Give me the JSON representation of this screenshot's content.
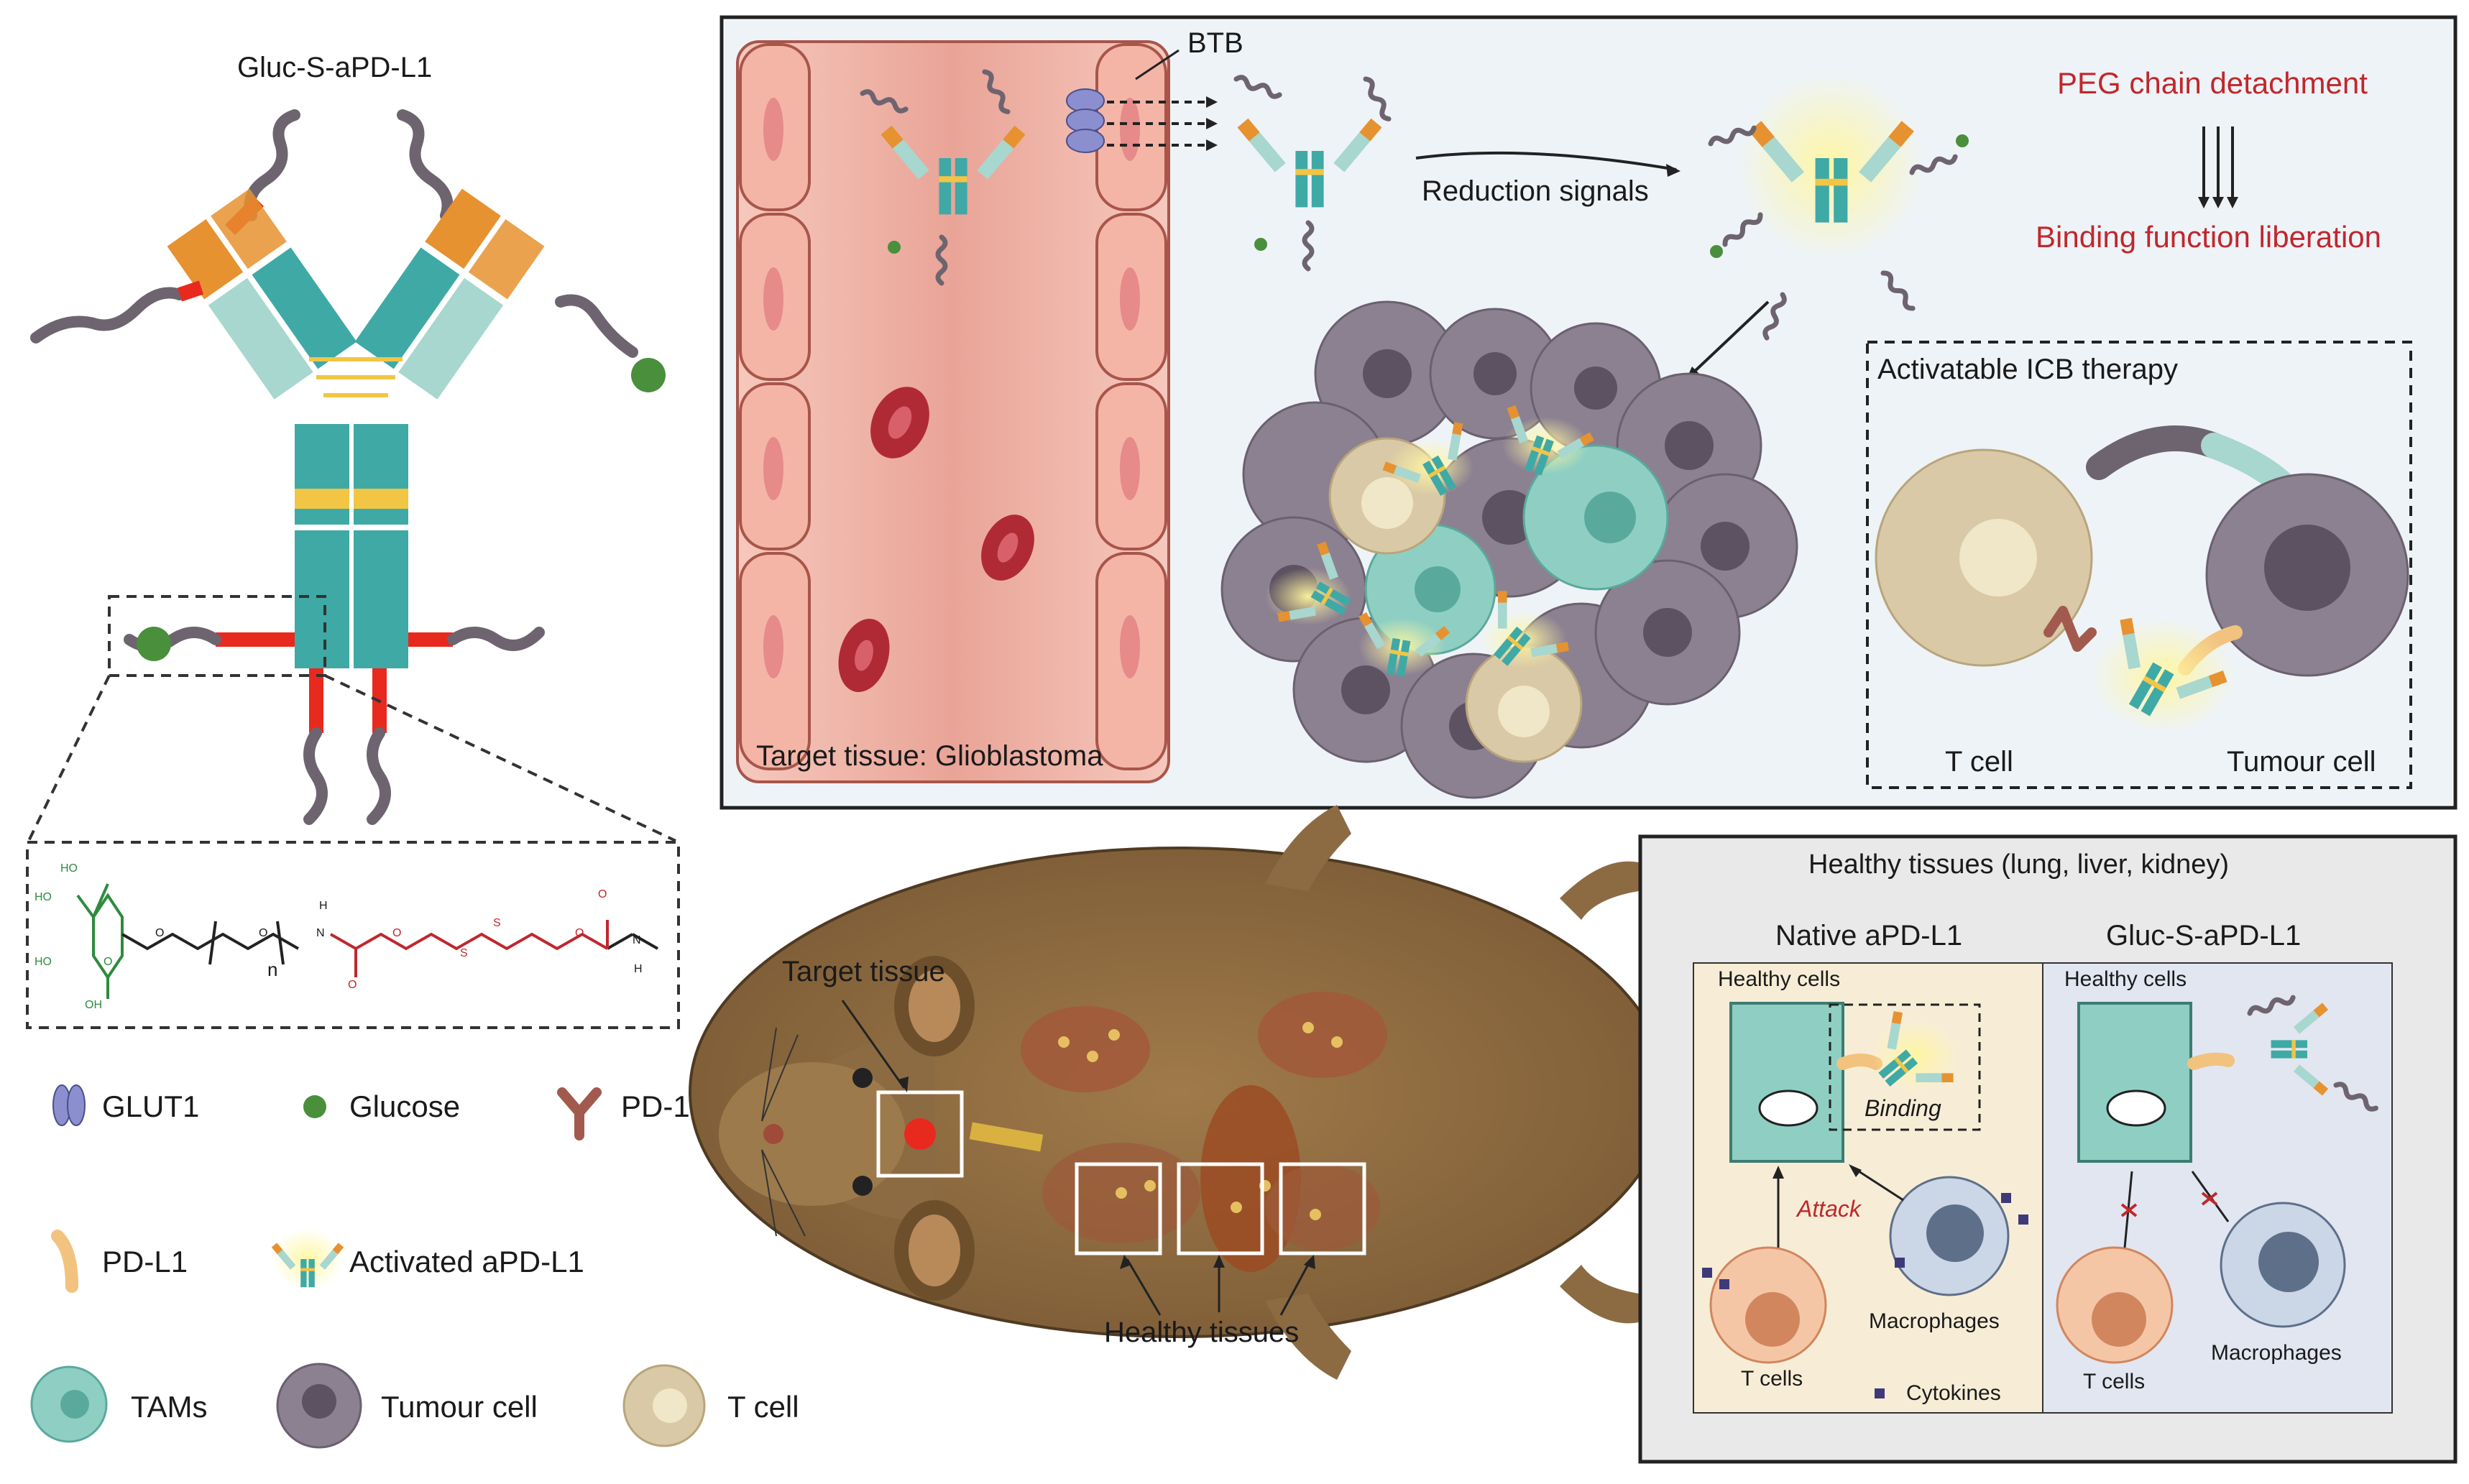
{
  "antibody_title": "Gluc-S-aPD-L1",
  "chemical": {
    "groups": [
      "HO",
      "HO",
      "HO",
      "OH",
      "O",
      "O",
      "O",
      "n",
      "H",
      "N",
      "O",
      "O",
      "S",
      "S",
      "O",
      "O",
      "N",
      "H"
    ]
  },
  "legend": {
    "glut1": "GLUT1",
    "glucose": "Glucose",
    "pd1": "PD-1",
    "pdl1": "PD-L1",
    "activated": "Activated aPD-L1",
    "tams": "TAMs",
    "tumour": "Tumour cell",
    "tcell": "T cell"
  },
  "top_panel": {
    "btb": "BTB",
    "reduction_signals": "Reduction signals",
    "peg_detachment": "PEG chain detachment",
    "binding_liberation": "Binding function liberation",
    "icb_title": "Activatable ICB therapy",
    "target_tissue": "Target tissue: Glioblastoma",
    "icb_tcell": "T cell",
    "icb_tumour": "Tumour cell"
  },
  "mouse": {
    "target_tissue": "Target tissue",
    "healthy_tissues": "Healthy tissues"
  },
  "healthy_panel": {
    "title": "Healthy tissues (lung, liver, kidney)",
    "native": "Native aPD-L1",
    "gluc": "Gluc-S-aPD-L1",
    "healthy_cells_1": "Healthy cells",
    "healthy_cells_2": "Healthy cells",
    "binding": "Binding",
    "attack": "Attack",
    "macrophages_1": "Macrophages",
    "macrophages_2": "Macrophages",
    "tcells_1": "T cells",
    "tcells_2": "T cells",
    "cytokines": "Cytokines"
  },
  "colors": {
    "teal": "#3fa9a6",
    "light_teal": "#a7d7cf",
    "orange": "#e69230",
    "yellow": "#f2c545",
    "red_linker": "#e8291e",
    "peg_gray": "#6e6470",
    "glucose_green": "#4a8f3b",
    "vessel_pink": "#f1b3a5",
    "rbc_red": "#b02a35",
    "tumour_purple": "#8c8191",
    "tcell_beige": "#d9c9a6",
    "tam_teal": "#8fcfc3",
    "mouse_brown": "#8c6b43",
    "panel_blue": "#e8eef4",
    "text_red": "#c0272d"
  }
}
